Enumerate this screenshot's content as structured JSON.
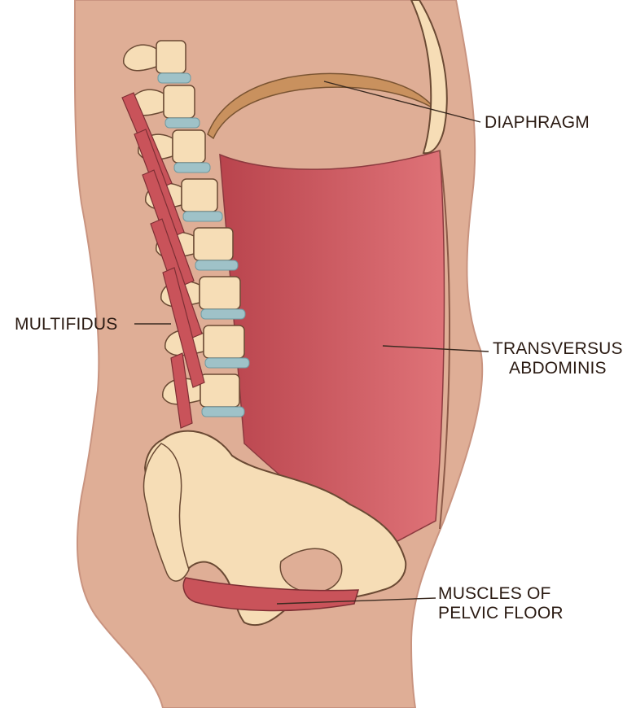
{
  "labels": {
    "diaphragm": "DIAPHRAGM",
    "multifidus": "MULTIFIDUS",
    "transversus": [
      "TRANSVERSUS",
      "ABDOMINIS"
    ],
    "pelvic_floor": [
      "MUSCLES OF",
      "PELVIC FLOOR"
    ]
  },
  "colors": {
    "skin": "#dfae96",
    "skin_outline": "#c99480",
    "bone": "#f6ddb6",
    "bone_outline": "#6b4a34",
    "disc": "#9fc2c8",
    "muscle": "#c9535a",
    "muscle_light": "#d86f74",
    "diaphragm": "#c9915e",
    "leader": "#3a2a20"
  }
}
